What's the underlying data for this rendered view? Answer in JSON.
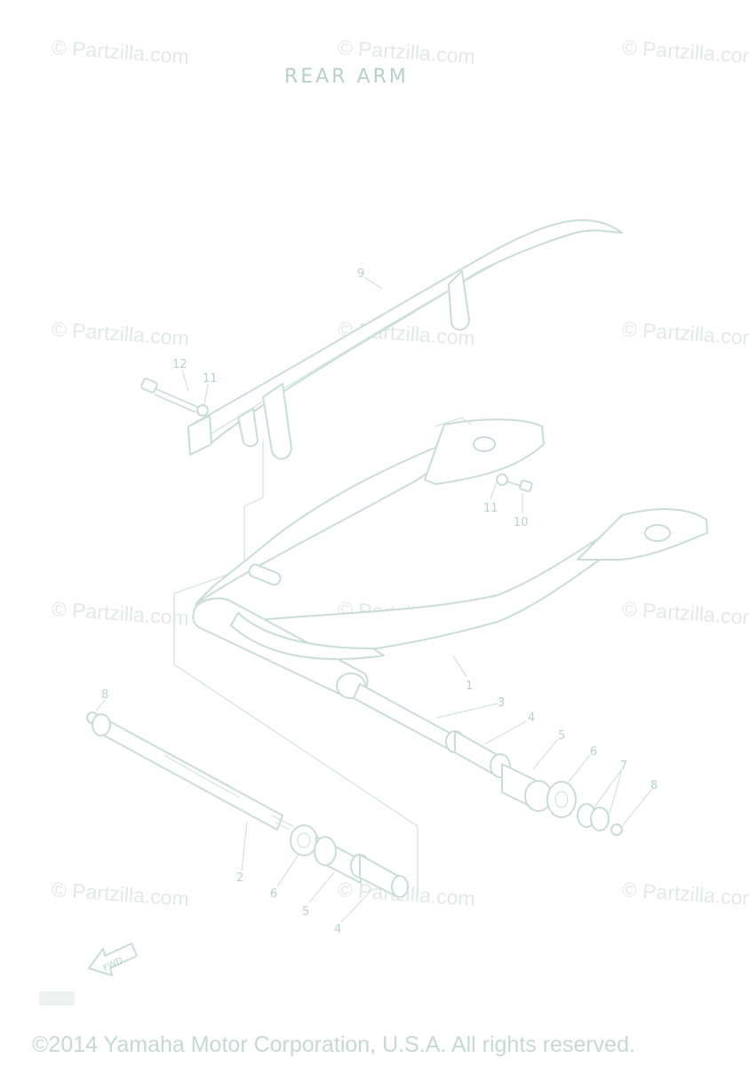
{
  "diagram": {
    "title": "REAR ARM",
    "watermark_text": "© Partzilla.com",
    "copyright": "©2014 Yamaha Motor Corporation, U.S.A. All rights reserved.",
    "fwd_label": "FWD",
    "callouts": {
      "c1": "1",
      "c2": "2",
      "c3": "3",
      "c4a": "4",
      "c4b": "4",
      "c5a": "5",
      "c5b": "5",
      "c6a": "6",
      "c6b": "6",
      "c7": "7",
      "c8a": "8",
      "c8b": "8",
      "c9": "9",
      "c10": "10",
      "c11a": "11",
      "c11b": "11",
      "c12": "12"
    }
  },
  "colors": {
    "line": "#c9ddd5",
    "text": "#b9d2c8",
    "watermark": "#e2e9e6",
    "background": "#ffffff"
  }
}
